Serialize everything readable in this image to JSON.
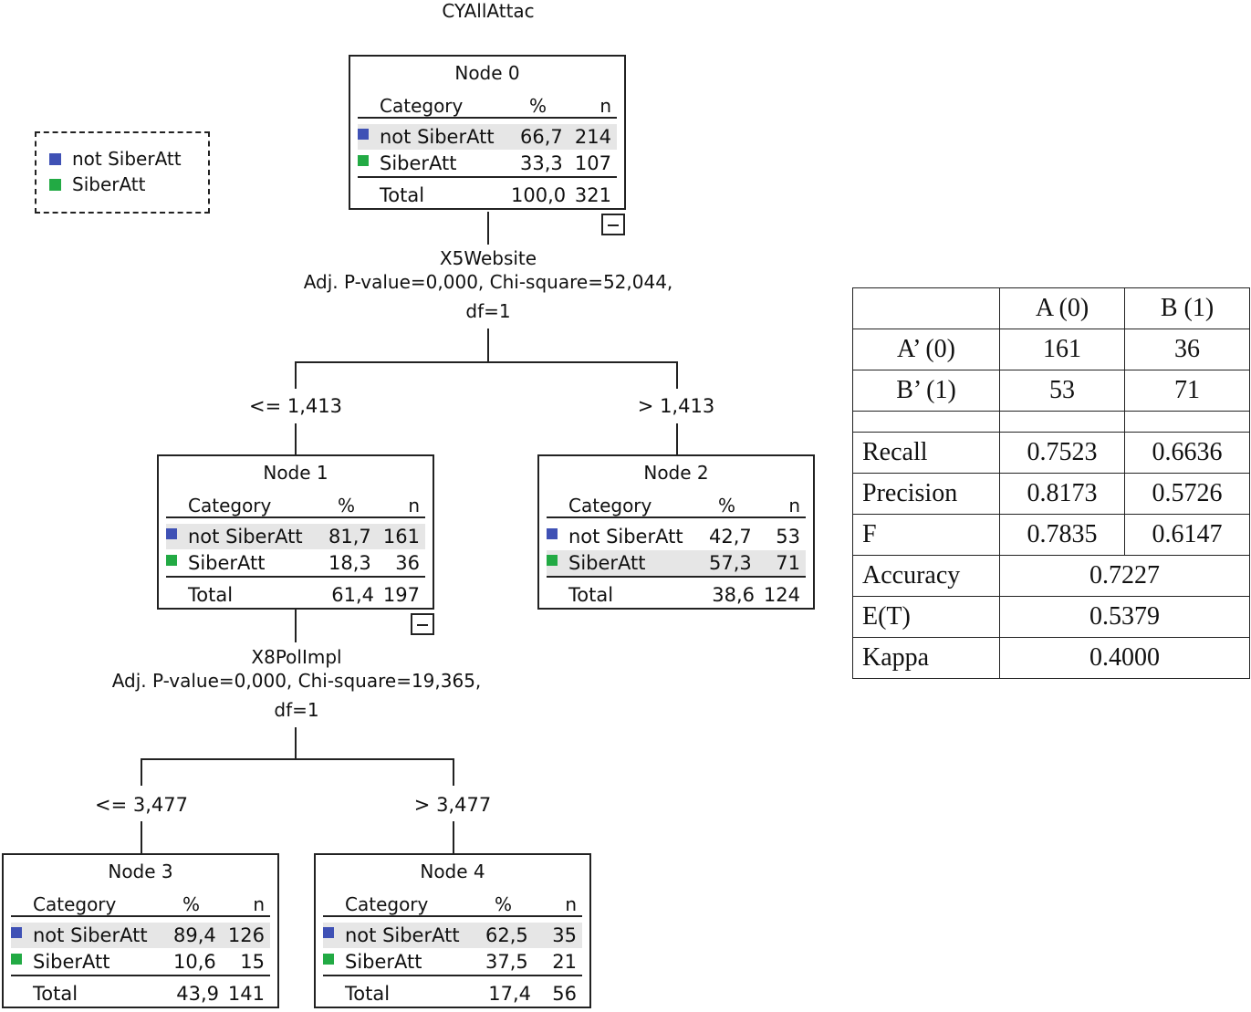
{
  "title": "CYAllAttac",
  "legend": {
    "items": [
      {
        "label": "not SiberAtt",
        "color": "#3f51b5"
      },
      {
        "label": "SiberAtt",
        "color": "#22aa44"
      }
    ]
  },
  "columns": {
    "category": "Category",
    "pct": "%",
    "n": "n"
  },
  "nodes": {
    "n0": {
      "title": "Node 0",
      "rows": [
        {
          "cat": "not SiberAtt",
          "pct": "66,7",
          "n": "214"
        },
        {
          "cat": "SiberAtt",
          "pct": "33,3",
          "n": "107"
        }
      ],
      "total": {
        "label": "Total",
        "pct": "100,0",
        "n": "321"
      }
    },
    "n1": {
      "title": "Node 1",
      "rows": [
        {
          "cat": "not SiberAtt",
          "pct": "81,7",
          "n": "161"
        },
        {
          "cat": "SiberAtt",
          "pct": "18,3",
          "n": "36"
        }
      ],
      "total": {
        "label": "Total",
        "pct": "61,4",
        "n": "197"
      }
    },
    "n2": {
      "title": "Node 2",
      "rows": [
        {
          "cat": "not SiberAtt",
          "pct": "42,7",
          "n": "53"
        },
        {
          "cat": "SiberAtt",
          "pct": "57,3",
          "n": "71"
        }
      ],
      "total": {
        "label": "Total",
        "pct": "38,6",
        "n": "124"
      }
    },
    "n3": {
      "title": "Node 3",
      "rows": [
        {
          "cat": "not SiberAtt",
          "pct": "89,4",
          "n": "126"
        },
        {
          "cat": "SiberAtt",
          "pct": "10,6",
          "n": "15"
        }
      ],
      "total": {
        "label": "Total",
        "pct": "43,9",
        "n": "141"
      }
    },
    "n4": {
      "title": "Node 4",
      "rows": [
        {
          "cat": "not SiberAtt",
          "pct": "62,5",
          "n": "35"
        },
        {
          "cat": "SiberAtt",
          "pct": "37,5",
          "n": "21"
        }
      ],
      "total": {
        "label": "Total",
        "pct": "17,4",
        "n": "56"
      }
    }
  },
  "splits": {
    "s0": {
      "var": "X5Website",
      "stats": "Adj. P-value=0,000, Chi-square=52,044,",
      "df": "df=1"
    },
    "s1": {
      "var": "X8PolImpl",
      "stats": "Adj. P-value=0,000, Chi-square=19,365,",
      "df": "df=1"
    }
  },
  "branches": {
    "b1": "<= 1,413",
    "b2": "> 1,413",
    "b3": "<= 3,477",
    "b4": "> 3,477"
  },
  "metrics": {
    "header": [
      "",
      "A (0)",
      "B (1)"
    ],
    "conf": [
      [
        "A’ (0)",
        "161",
        "36"
      ],
      [
        "B’ (1)",
        "53",
        "71"
      ]
    ],
    "per_class": [
      [
        "Recall",
        "0.7523",
        "0.6636"
      ],
      [
        "Precision",
        "0.8173",
        "0.5726"
      ],
      [
        "F",
        "0.7835",
        "0.6147"
      ]
    ],
    "overall": [
      [
        "Accuracy",
        "0.7227"
      ],
      [
        "E(T)",
        "0.5379"
      ],
      [
        "Kappa",
        "0.4000"
      ]
    ]
  }
}
